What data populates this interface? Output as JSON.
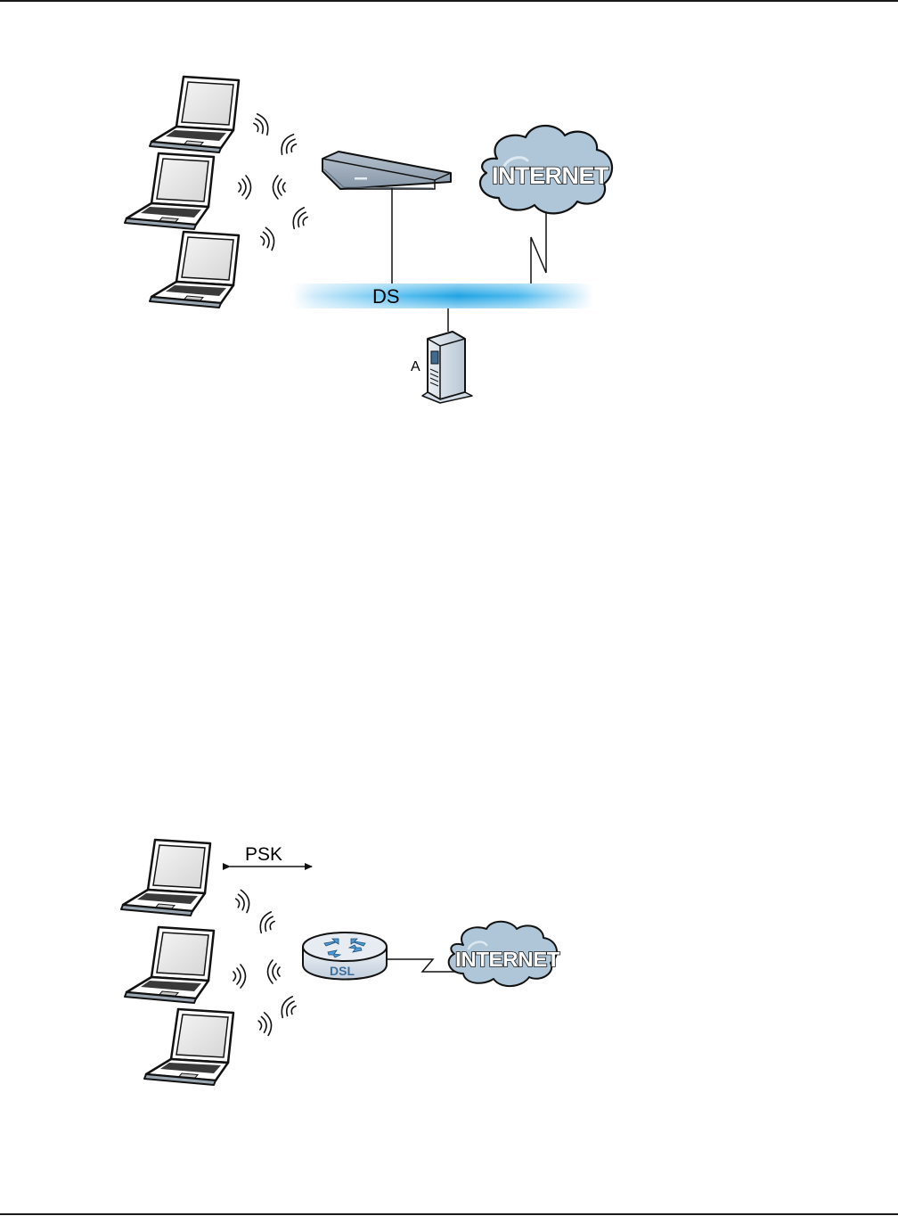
{
  "diagram_top": {
    "bus_label": "DS",
    "server_label": "A",
    "cloud_label": "INTERNET"
  },
  "diagram_bottom": {
    "key_label": "PSK",
    "router_label": "DSL",
    "cloud_label": "INTERNET"
  },
  "colors": {
    "cloud_fill": "#aec6d8",
    "bus_center": "#1fa3e3",
    "ap_top": "#9aa9b8",
    "router_fill": "#d9e1ea"
  },
  "icons": [
    "laptop-icon",
    "wireless-signal-icon",
    "access-point-icon",
    "cloud-icon",
    "server-icon",
    "router-icon",
    "double-arrow-icon"
  ]
}
